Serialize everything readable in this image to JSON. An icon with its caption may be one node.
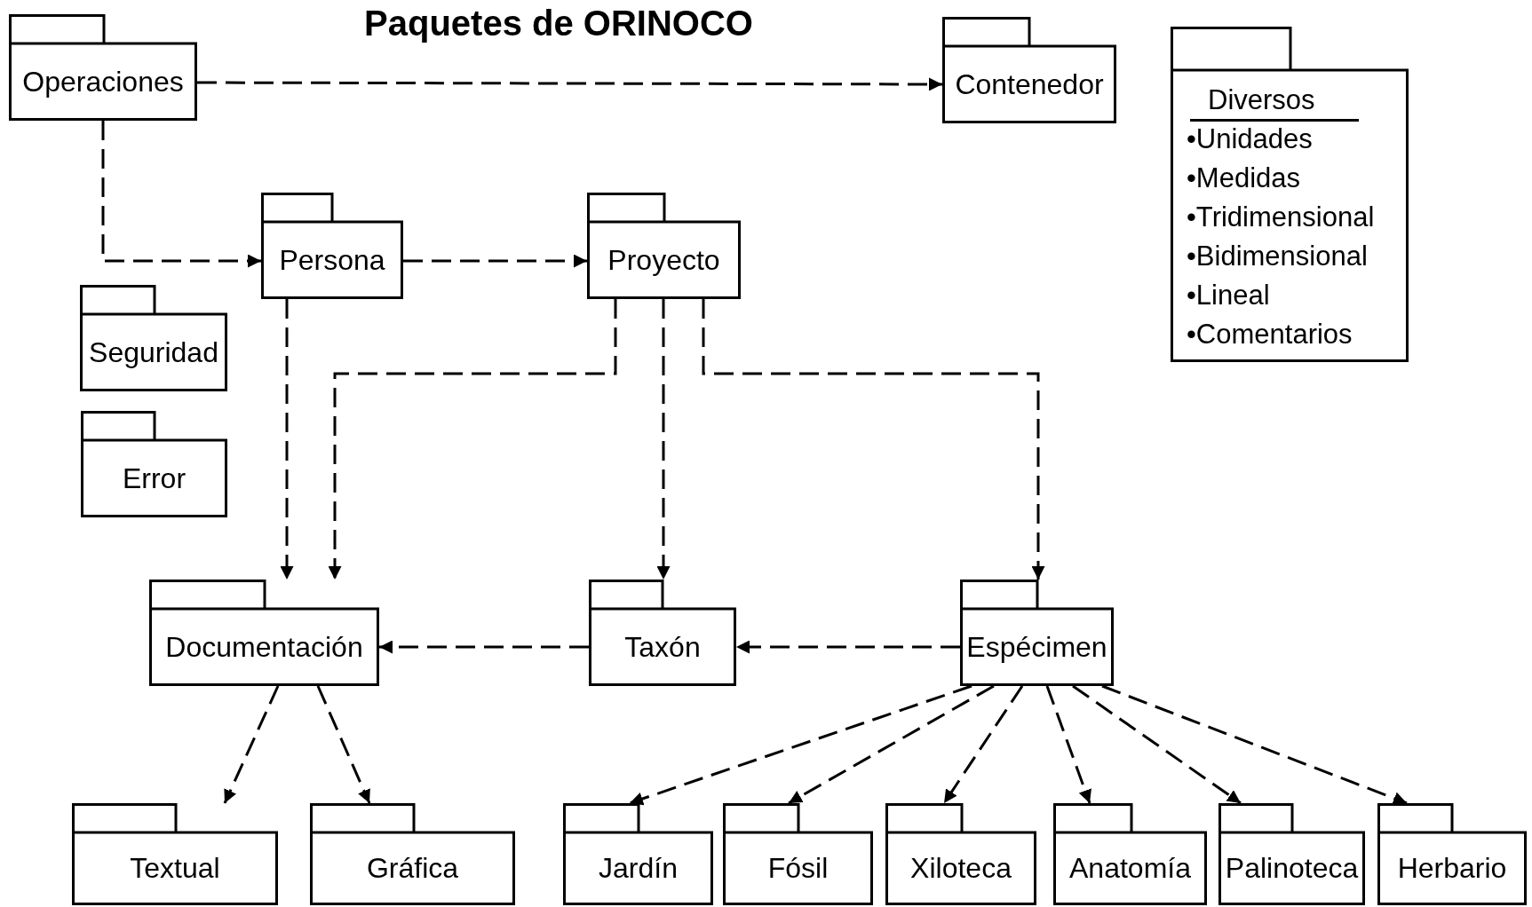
{
  "diagram": {
    "title": "Paquetes de ORINOCO",
    "nodes": [
      {
        "text": [
          "Operaciones"
        ]
      },
      {
        "text": [
          "Contenedor"
        ]
      },
      {
        "text": [
          "Diversos",
          "•Unidades",
          "•Medidas",
          "•Tridimensional",
          "•Bidimensional",
          "•Lineal",
          "•Comentarios"
        ]
      },
      {
        "text": [
          "Persona"
        ]
      },
      {
        "text": [
          "Proyecto"
        ]
      },
      {
        "text": [
          "Seguridad"
        ]
      },
      {
        "text": [
          "Error"
        ]
      },
      {
        "text": [
          "Documentación"
        ]
      },
      {
        "text": [
          "Taxón"
        ]
      },
      {
        "text": [
          "Espécimen"
        ]
      },
      {
        "text": [
          "Textual"
        ]
      },
      {
        "text": [
          "Gráfica"
        ]
      },
      {
        "text": [
          "Jardín"
        ]
      },
      {
        "text": [
          "Fósil"
        ]
      },
      {
        "text": [
          "Xiloteca"
        ]
      },
      {
        "text": [
          "Anatomía"
        ]
      },
      {
        "text": [
          "Palinoteca"
        ]
      },
      {
        "text": [
          "Herbario"
        ]
      }
    ],
    "edges": [
      {
        "from": 0,
        "to": 1,
        "arrow": "to",
        "style": "dashed"
      },
      {
        "from": 0,
        "to": 3,
        "arrow": "to",
        "style": "dashed"
      },
      {
        "from": 3,
        "to": 4,
        "arrow": "to",
        "style": "dashed"
      },
      {
        "from": 3,
        "to": 7,
        "arrow": "to",
        "style": "dashed"
      },
      {
        "from": 4,
        "to": 7,
        "arrow": "to",
        "style": "dashed"
      },
      {
        "from": 4,
        "to": 8,
        "arrow": "to",
        "style": "dashed"
      },
      {
        "from": 4,
        "to": 9,
        "arrow": "to",
        "style": "dashed"
      },
      {
        "from": 8,
        "to": 7,
        "arrow": "to",
        "style": "dashed"
      },
      {
        "from": 9,
        "to": 8,
        "arrow": "to",
        "style": "dashed"
      },
      {
        "from": 7,
        "to": 10,
        "arrow": "to",
        "style": "dashed"
      },
      {
        "from": 7,
        "to": 11,
        "arrow": "to",
        "style": "dashed"
      },
      {
        "from": 9,
        "to": 12,
        "arrow": "to",
        "style": "dashed"
      },
      {
        "from": 9,
        "to": 13,
        "arrow": "to",
        "style": "dashed"
      },
      {
        "from": 9,
        "to": 14,
        "arrow": "to",
        "style": "dashed"
      },
      {
        "from": 9,
        "to": 15,
        "arrow": "to",
        "style": "dashed"
      },
      {
        "from": 9,
        "to": 16,
        "arrow": "to",
        "style": "dashed"
      },
      {
        "from": 9,
        "to": 17,
        "arrow": "to",
        "style": "dashed"
      }
    ]
  }
}
